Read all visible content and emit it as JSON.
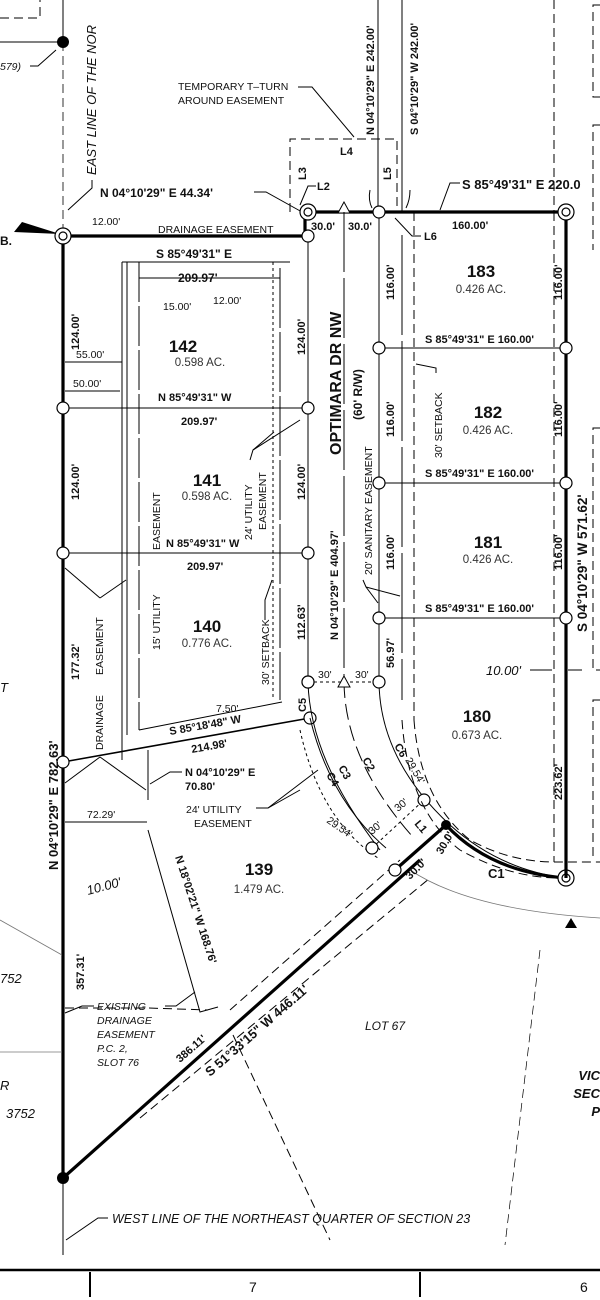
{
  "drawing": {
    "type": "subdivision plat",
    "road": {
      "name": "OPTIMARA DR NW",
      "row": "(60' R/W)",
      "centerline_bearing": "N 04°10'29\" E 404.97'"
    },
    "top_notes": {
      "partial_ref": "579)",
      "east_line": "EAST LINE OF THE NOR",
      "temp_tturn_line1": "TEMPORARY T–TURN",
      "temp_tturn_line2": "AROUND EASEMENT",
      "pob_label": "B.",
      "north_tie": "N 04°10'29\" E 44.34'",
      "drainage_easement": "DRAINAGE EASEMENT",
      "dim_12_top": "12.00'",
      "road_north_left": "N 04°10'29\" E 242.00'",
      "road_north_right": "S 04°10'29\" W 242.00'",
      "north_line": "S 85°49'31\" E 220.0",
      "north_line_160": "160.00'",
      "L2": "L2",
      "L3": "L3",
      "L4": "L4",
      "L5": "L5",
      "L6": "L6",
      "w30a": "30.0'",
      "w30b": "30.0'"
    },
    "west_lots": [
      {
        "id": "lot-142",
        "number": "142",
        "acres": "0.598 AC.",
        "north_bearing": "S 85°49'31\" E",
        "north_dist": "209.97'",
        "south_bearing": "N 85°49'31\" W",
        "south_dist": "209.97'",
        "west_len": "124.00'",
        "east_len": "124.00'"
      },
      {
        "id": "lot-141",
        "number": "141",
        "acres": "0.598 AC.",
        "south_bearing": "N 85°49'31\" W",
        "south_dist": "209.97'",
        "west_len": "124.00'",
        "east_len": "124.00'"
      },
      {
        "id": "lot-140",
        "number": "140",
        "acres": "0.776 AC.",
        "west_len": "177.32'",
        "east_len": "112.63'",
        "south_bearing": "S 85°18'48\" W",
        "south_dist": "214.98'"
      },
      {
        "id": "lot-139",
        "number": "139",
        "acres": "1.479 AC.",
        "west_len": "357.31'",
        "south_bearing": "S 51°33'15\" W 446.11'",
        "south_partial": "386.11'",
        "inner_bearing": "N 18°02'21\" W 168.76'"
      }
    ],
    "west_dims": {
      "d15": "15.00'",
      "d12": "12.00'",
      "d55": "55.00'",
      "d50": "50.00'",
      "d750": "7.50'",
      "d7229": "72.29'",
      "d10": "10.00'",
      "tie_bearing": "N 04°10'29\" E",
      "tie_dist": "70.80'",
      "west_boundary": "N 04°10'29\" E 782.63'"
    },
    "easements": {
      "utility15_a": "15'  UTILITY",
      "utility15_b": "EASEMENT",
      "utility24_a": "24'  UTILITY",
      "utility24_b": "EASEMENT",
      "setback30": "30'  SETBACK",
      "drainage_a": "DRAINAGE",
      "drainage_b": "EASEMENT",
      "sanitary20": "20'  SANITARY  EASEMENT",
      "setback30_east": "30'  SETBACK",
      "utility24_lower_a": "24'  UTILITY",
      "utility24_lower_b": "EASEMENT",
      "existing_1": "EXISTING",
      "existing_2": "DRAINAGE",
      "existing_3": "EASEMENT",
      "existing_4": "P.C.  2,",
      "existing_5": "SLOT  76"
    },
    "east_lots": [
      {
        "id": "lot-183",
        "number": "183",
        "acres": "0.426 AC.",
        "west_len": "116.00'",
        "east_len": "116.00'",
        "south_bearing": "S 85°49'31\" E 160.00'"
      },
      {
        "id": "lot-182",
        "number": "182",
        "acres": "0.426 AC.",
        "west_len": "116.00'",
        "east_len": "116.00'",
        "south_bearing": "S 85°49'31\" E 160.00'"
      },
      {
        "id": "lot-181",
        "number": "181",
        "acres": "0.426 AC.",
        "west_len": "116.00'",
        "east_len": "116.00'",
        "south_bearing": "S 85°49'31\" E 160.00'"
      },
      {
        "id": "lot-180",
        "number": "180",
        "acres": "0.673 AC.",
        "west_len": "56.97'",
        "east_len": "223.62'",
        "rear_offset": "10.00'"
      }
    ],
    "east_boundary": "S 04°10'29\" W 571.62'",
    "curves": {
      "c1": "C1",
      "c2": "C2",
      "c3": "C3",
      "c4": "C4",
      "c5": "C5",
      "c6": "C6",
      "l1": "L1",
      "c6_len": "29.54'",
      "c4_len": "29.54'",
      "w30_1": "30'",
      "w30_2": "30'",
      "w30_3": "30'",
      "w30_4": "30'",
      "w30_5": "30.0'",
      "w30_6": "30.0'"
    },
    "south_notes": {
      "lot67": "LOT  67",
      "west_line": "WEST  LINE  OF  THE  NORTHEAST  QUARTER  OF  SECTION  23",
      "left_3752a": "752",
      "left_tr": "R",
      "left_3752b": "3752",
      "left_partial": "T",
      "vic1": "VIC",
      "vic2": "SEC",
      "vic3": "P",
      "section_7": "7",
      "section_6": "6"
    }
  }
}
